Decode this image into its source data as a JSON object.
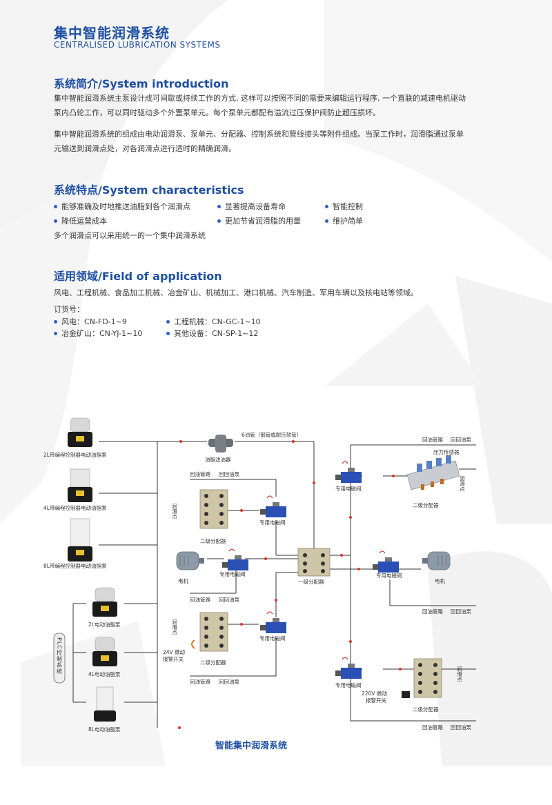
{
  "header": {
    "title_cn": "集中智能润滑系统",
    "title_en": "CENTRALISED LUBRICATION SYSTEMS"
  },
  "intro": {
    "heading_cn": "系统简介/",
    "heading_en": "System introduction",
    "para1": "集中智能润滑系统主泵设计成可间歇或持续工作的方式, 这样可以按照不同的需要来编辑运行程序, 一个直联的减速电机驱动泵内凸轮工作，可以同时驱动多个外置泵单元。每个泵单元都配有溢流过压保护阀防止超压损坏。",
    "para2": "集中智能润滑系统的组成由电动润滑泵、泵单元、分配器、控制系统和管线接头等附件组成。当泵工作时，润滑脂通过泵单元输送到润滑点处，对各润滑点进行适时的精确润滑。"
  },
  "characteristics": {
    "heading_cn": "系统特点/",
    "heading_en": "System characteristics",
    "items": [
      "能够准确及时地推送油脂到各个润滑点",
      "显著提高设备寿命",
      "智能控制",
      "降低运营成本",
      "更加节省润滑脂的用量",
      "维护简单"
    ],
    "note": "多个润滑点可以采用统一的一个集中润滑系统"
  },
  "application": {
    "heading_cn": "适用领域/",
    "heading_en": "Field of application",
    "fields": "风电、工程机械、食品加工机械、冶金矿山、机械加工、港口机械、汽车制造、军用车辆以及核电站等领域。",
    "order_label": "订货号：",
    "orders": [
      "风电：CN-FD-1~9",
      "工程机械：CN-GC-1~10",
      "冶金矿山：CN-YJ-1~10",
      "其他设备：CN-SP-1~12"
    ]
  },
  "diagram": {
    "caption": "智能集中润滑系统",
    "pump_2l_prog": "2L带编程控制器电动油脂泵",
    "pump_4l_prog": "4L带编程控制器电动油脂泵",
    "pump_8l_prog": "8L带编程控制器电动油脂泵",
    "plc_label": "PLC控制系统",
    "pump_2l": "2L电动油脂泵",
    "pump_4l": "4L电动油脂泵",
    "pump_8l": "8L电动油脂泵",
    "filter": "油脂滤油器",
    "pipe_note": "6油管（钢管或耐压软管）",
    "return_pipe": "回油管路",
    "return_pump": "回回油泵",
    "lube_point": "润滑点",
    "valve": "专用电磁阀",
    "sub_distributor": "二级分配器",
    "main_distributor": "一级分配器",
    "motor": "电机",
    "pressure_sensor": "压力传感器",
    "alarm_24v_line1": "24V 微动",
    "alarm_24v_line2": "报警开关",
    "alarm_220v_line1": "220V 微动",
    "alarm_220v_line2": "报警开关"
  },
  "colors": {
    "brand_blue": "#1e4fa3",
    "bullet_blue": "#2a62c0",
    "watermark": "#f1f1f1",
    "arrow_red": "#d9342b"
  }
}
